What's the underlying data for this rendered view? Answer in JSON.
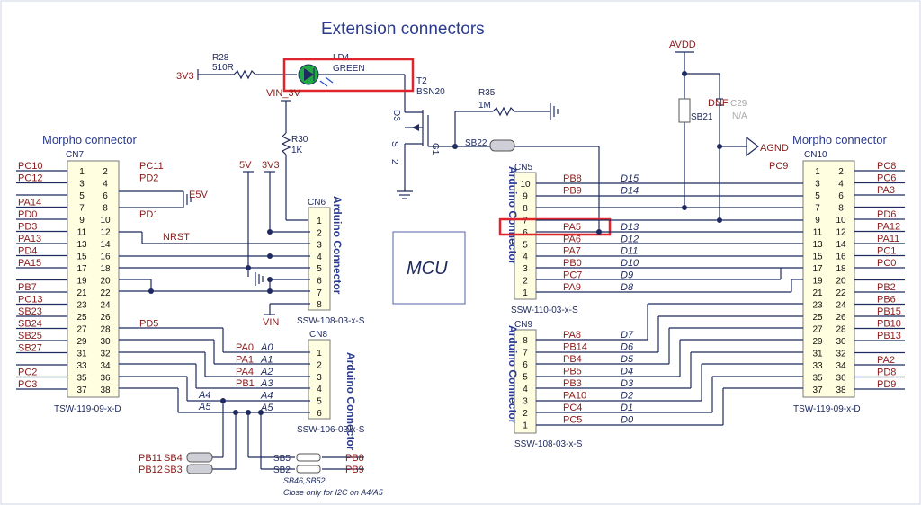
{
  "title": "Extension connectors",
  "mcu_label": "MCU",
  "morpho_left": {
    "heading": "Morpho connector",
    "ref": "CN7",
    "part": "TSW-119-09-x-D",
    "pins_odd": [
      "1",
      "3",
      "5",
      "7",
      "9",
      "11",
      "13",
      "15",
      "17",
      "19",
      "21",
      "23",
      "25",
      "27",
      "29",
      "31",
      "33",
      "35",
      "37"
    ],
    "pins_even": [
      "2",
      "4",
      "6",
      "8",
      "10",
      "12",
      "14",
      "16",
      "18",
      "20",
      "22",
      "24",
      "26",
      "28",
      "30",
      "32",
      "34",
      "36",
      "38"
    ],
    "left_labels": [
      "PC10",
      "PC12",
      "",
      "PA14",
      "PD0",
      "PD3",
      "PA13",
      "PD4",
      "PA15",
      "",
      "PB7",
      "PC13",
      "SB23",
      "SB24",
      "SB25",
      "SB27",
      "",
      "PC2",
      "PC3"
    ],
    "right_labels": [
      "PC11",
      "PD2",
      "",
      "",
      "PD1",
      "",
      "",
      "",
      "",
      "",
      "",
      "",
      "",
      "PD5",
      "",
      "",
      "",
      "",
      "",
      ""
    ]
  },
  "morpho_right": {
    "heading": "Morpho connector",
    "ref": "CN10",
    "part": "TSW-119-09-x-D",
    "pins_odd": [
      "1",
      "3",
      "5",
      "7",
      "9",
      "11",
      "13",
      "15",
      "17",
      "19",
      "21",
      "23",
      "25",
      "27",
      "29",
      "31",
      "33",
      "35",
      "37"
    ],
    "pins_even": [
      "2",
      "4",
      "6",
      "8",
      "10",
      "12",
      "14",
      "16",
      "18",
      "20",
      "22",
      "24",
      "26",
      "28",
      "30",
      "32",
      "34",
      "36",
      "38"
    ],
    "left_labels": [
      "PC9",
      "",
      "",
      "",
      "",
      "",
      "",
      "",
      "",
      "",
      "",
      "",
      "",
      "",
      "",
      "",
      "",
      "",
      ""
    ],
    "right_labels": [
      "PC8",
      "PC6",
      "PA3",
      "",
      "PD6",
      "PA12",
      "PA11",
      "PC1",
      "PC0",
      "",
      "PB2",
      "PB6",
      "PB15",
      "PB10",
      "PB13",
      "",
      "PA2",
      "PD8",
      "PD9"
    ]
  },
  "cn6": {
    "ref": "CN6",
    "name": "Arduino Connector",
    "part": "SSW-108-03-x-S",
    "pins": [
      "1",
      "2",
      "3",
      "4",
      "5",
      "6",
      "7",
      "8"
    ]
  },
  "cn8": {
    "ref": "CN8",
    "name": "Arduino Connector",
    "part": "SSW-106-03-x-S",
    "pins": [
      "1",
      "2",
      "3",
      "4",
      "5",
      "6"
    ],
    "signals": [
      "PA0",
      "PA1",
      "PA4",
      "PB1"
    ],
    "arduino": [
      "A0",
      "A1",
      "A2",
      "A3",
      "A4",
      "A5"
    ]
  },
  "cn5": {
    "ref": "CN5",
    "name": "Arduino Connector",
    "part": "SSW-110-03-x-S",
    "pins": [
      "10",
      "9",
      "8",
      "7",
      "6",
      "5",
      "4",
      "3",
      "2",
      "1"
    ],
    "signals": [
      "PB8",
      "PB9",
      "",
      "",
      "PA5",
      "PA6",
      "PA7",
      "PB0",
      "PC7",
      "PA9"
    ],
    "arduino": [
      "D15",
      "D14",
      "",
      "",
      "D13",
      "D12",
      "D11",
      "D10",
      "D9",
      "D8"
    ]
  },
  "cn9": {
    "ref": "CN9",
    "name": "Arduino Connector",
    "part": "SSW-108-03-x-S",
    "pins": [
      "8",
      "7",
      "6",
      "5",
      "4",
      "3",
      "2",
      "1"
    ],
    "signals": [
      "PA8",
      "PB14",
      "PB4",
      "PB5",
      "PB3",
      "PA10",
      "PC4",
      "PC5"
    ],
    "arduino": [
      "D7",
      "D6",
      "D5",
      "D4",
      "D3",
      "D2",
      "D1",
      "D0"
    ]
  },
  "parts": {
    "r28": "R28",
    "r28_val": "510R",
    "led": "LD4",
    "led_color": "GREEN",
    "t2": "T2",
    "t2_part": "BSN20",
    "r35": "R35",
    "r35_val": "1M",
    "r30": "R30",
    "r30_val": "1K",
    "sb21": "SB21",
    "sb22": "SB22",
    "dnf": "DNF",
    "c29": "C29",
    "na": "N/A",
    "sb5": "SB5",
    "sb2": "SB2",
    "sb4": "SB4",
    "sb3": "SB3",
    "sb_note1": "SB46,SB52",
    "sb_note2": "Close only for I2C on A4/A5",
    "pb11": "PB11",
    "pb12": "PB12",
    "pb8": "PB8",
    "pb9": "PB9",
    "d3": "D3",
    "g1": "G1",
    "s": "S",
    "two": "2"
  },
  "nets": {
    "v3v3": "3V3",
    "e5v": "E5V",
    "vin_3v": "VIN_3V",
    "v5": "5V",
    "vin": "VIN",
    "nrst": "NRST",
    "avdd": "AVDD",
    "agnd": "AGND",
    "a4": "A4",
    "a5": "A5"
  },
  "colors": {
    "wire": "#1f2a60",
    "highlight": "#e0242c",
    "connector_fill": "#fffee0",
    "led": "#22a844"
  }
}
